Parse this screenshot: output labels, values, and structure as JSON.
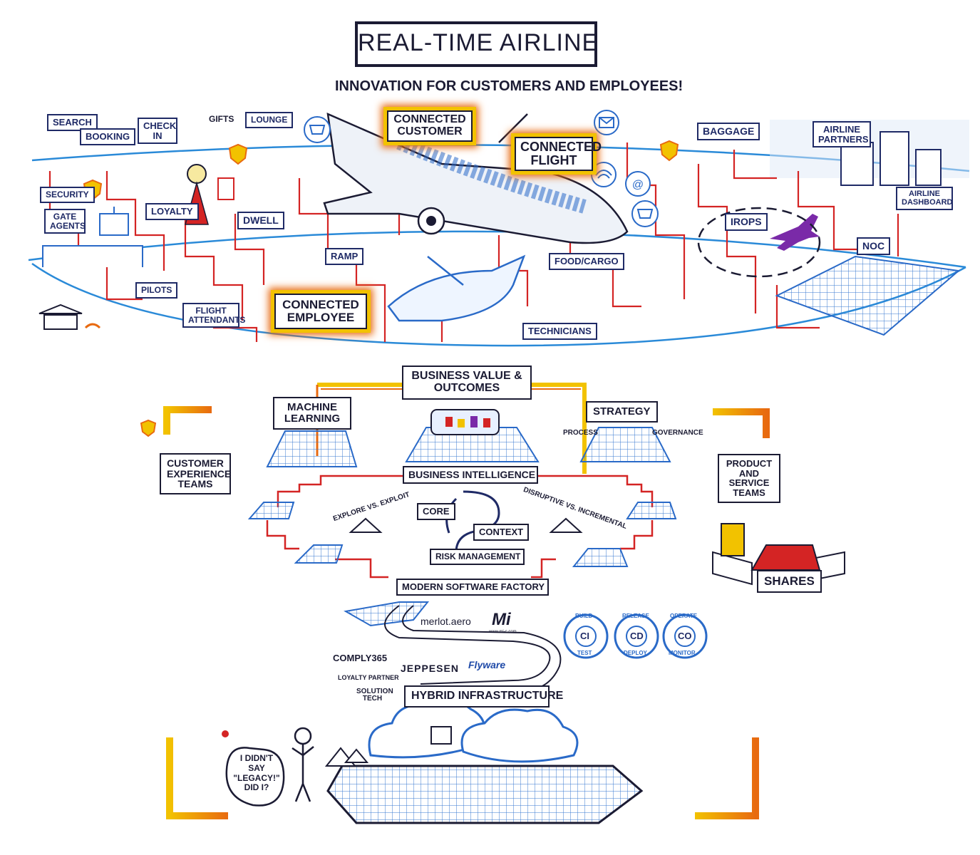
{
  "title": "REAL-TIME AIRLINE",
  "subtitle": "INNOVATION FOR CUSTOMERS AND EMPLOYEES!",
  "top_section": {
    "labels": {
      "search": "SEARCH",
      "booking": "BOOKING",
      "check_in": "CHECK IN",
      "gifts": "GIFTS",
      "lounge": "LOUNGE",
      "connected_customer": "CONNECTED CUSTOMER",
      "connected_flight": "CONNECTED FLIGHT",
      "baggage": "BAGGAGE",
      "airline_partners": "AIRLINE PARTNERS",
      "security": "SECURITY",
      "loyalty": "LOYALTY",
      "dwell": "DWELL",
      "gate_agents": "GATE AGENTS",
      "airline_dashboard": "AIRLINE DASHBOARD",
      "irops": "IROPS",
      "noc": "NOC",
      "ramp": "RAMP",
      "food_cargo": "FOOD/CARGO",
      "pilots": "PILOTS",
      "flight_attendants": "FLIGHT ATTENDANTS",
      "connected_employee": "CONNECTED EMPLOYEE",
      "technicians": "TECHNICIANS"
    }
  },
  "middle_section": {
    "business_value": "BUSINESS VALUE & OUTCOMES",
    "machine_learning": "MACHINE LEARNING",
    "strategy": "STRATEGY",
    "process": "PROCESS",
    "governance": "GOVERNANCE",
    "business_intelligence": "BUSINESS INTELLIGENCE",
    "customer_experience_teams": "CUSTOMER EXPERIENCE TEAMS",
    "product_service_teams": "PRODUCT AND SERVICE TEAMS",
    "explore_vs_exploit": "EXPLORE VS. EXPLOIT",
    "disruptive_vs_incremental": "DISRUPTIVE VS. INCREMENTAL",
    "core": "CORE",
    "context": "CONTEXT",
    "risk_management": "RISK MANAGEMENT",
    "shares": "SHARES"
  },
  "bottom_section": {
    "modern_software_factory": "MODERN SOFTWARE FACTORY",
    "hybrid_infrastructure": "HYBRID INFRASTRUCTURE",
    "logos": {
      "merlot": "merlot.aero",
      "mi": "Mi",
      "mi_url": "www.mi-c.com",
      "comply365": "COMPLY365",
      "jeppesen": "JEPPESEN",
      "flyware": "Flyware",
      "loyalty_partner": "LOYALTY PARTNER",
      "solution_tech": "SOLUTION TECH"
    },
    "cycles": [
      {
        "center": "CI",
        "top": "BUILD",
        "bottom": "TEST"
      },
      {
        "center": "CD",
        "top": "RELEASE",
        "bottom": "DEPLOY"
      },
      {
        "center": "CO",
        "top": "OPERATE",
        "bottom": "MONITOR"
      }
    ],
    "speech_bubble": "I DIDN'T SAY \"LEGACY!\" DID I?"
  },
  "colors": {
    "ink": "#1b1b33",
    "network_blue": "#2a8ad8",
    "connector_red": "#d42424",
    "glow_yellow": "#f2c200",
    "glow_orange": "#e86a10",
    "grid_blue": "#3a7ad0",
    "purple": "#7a2aa8"
  },
  "icons": [
    "shield-icon",
    "cart-icon",
    "mail-icon",
    "wifi-icon",
    "at-icon",
    "airplane-icon",
    "cloud-icon",
    "person-icon",
    "building-icon"
  ]
}
